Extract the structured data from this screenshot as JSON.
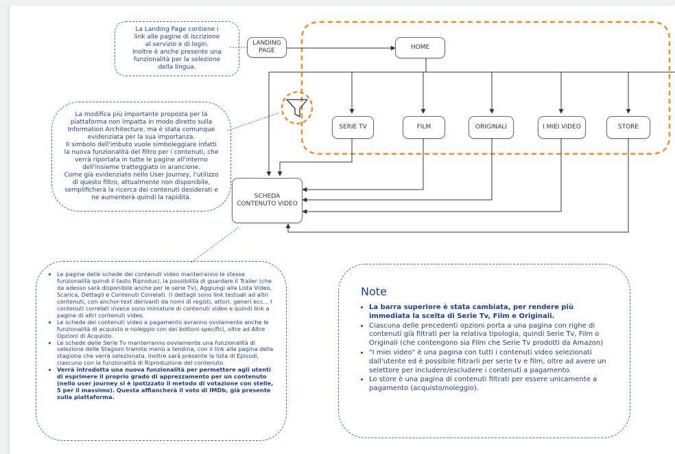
{
  "nodes": {
    "landing": "LANDING\nPAGE",
    "home": "HOME",
    "serie_tv": "SERIE TV",
    "film": "FILM",
    "originali": "ORIGINALI",
    "miei_video": "I MIEI VIDEO",
    "store": "STORE",
    "scheda": "SCHEDA\nCONTENUTO VIDEO"
  },
  "landing_note": "La Landing Page contiene i\nlink alle pagine di iscrizione\nal servizio e di login.\nInoltre è anche presente una\nfunzionalità per la selezione\ndella lingua.",
  "filter_note": "La modifica più importante proposta per la\npiattaforma non impatta in modo diretto sulla\nInformation Architecture, ma è stata comunque\nevidenziata per la sua importanza.\nIl simbolo dell'imbuto vuole simboleggiare infatti\nla nuova funzionalità del filtro per i contenuti, che\nverrà riportata in tutte le pagine all'interno\ndell'insieme tratteggiato in arancione.\nCome già evidenziato nello User Journey, l'utilizzo\ndi questo filtro, attualmente non disponibile,\nsemplificherà la ricerca dei contenuti desiderati e\nne aumenterà quindi la rapidità.",
  "scheda_note": [
    "Le pagine delle schede dei contenuti video manterranno le stesse funzionalità quindi il tasto Riproduci, la possibilità di guardare il Trailer (che da adesso sarà disponibile anche per le serie Tv), Aggiungi alla Lista Video, Scarica, Dettagli e Contenuti Correlati. (I dettagli sono link testuali ad altri contenuti, con anchor-text derivanti da nomi di registi, attori, generi ecc... I contenuti correlati invece sono miniature di contenuti video e quindi link a pagine di altri contenuti video.",
    "Le schede dei contenuti video a pagamento avranno ovviamente anche le funzionalità di acquisto e noleggio con dei bottoni specifici, oltre ad Altre Opzioni di Acquisto.",
    "Le schede delle Serie Tv manterranno ovviamente una funzionalità di selezione delle Stagioni tramite menù a tendina, con il link alla pagina della stagione che verrà selezionata. Inoltre sarà presente la lista di Episodi, ciascuno con la funzionalità di Riproduzione del contenuto.",
    "Verrà introdotta una nuova funzionalità per permettere agli utenti di esprimere il proprio grado di apprezzamento per un contenuto (nello user journey si è ipotizzato il metodo di votazione con stelle, 5 per il massimo). Questa affiancherà il voto di IMDb, già presente sulla piattaforma."
  ],
  "notes": {
    "title": "Note",
    "items": [
      "La barra superiore è stata cambiata, per rendere più immediata la scelta di Serie Tv, Film e Originali.",
      "Ciascuna delle precedenti opzioni porta a una pagina con righe di contenuti già filtrati per la relativa tipologia, quindi Serie Tv, Film o Originali (che contengono sia Film che Serie Tv prodotti da Amazon)",
      "\"I miei video\" è una pagina con tutti i contenuti video selezionati dall'utente ed è possibile filtrarli per serie tv e film, oltre ad avere un selettore per includere/escludere i contenuti a pagamento.",
      "Lo store è una pagina di contenuti filtrati per essere unicamente a pagamento (acquisto/noleggio)."
    ]
  },
  "colors": {
    "accent_orange": "#f08a24",
    "note_blue": "#3b6cb5",
    "note_text": "#1f3f86",
    "line": "#333333"
  },
  "icons": {
    "filter": "funnel-icon"
  }
}
